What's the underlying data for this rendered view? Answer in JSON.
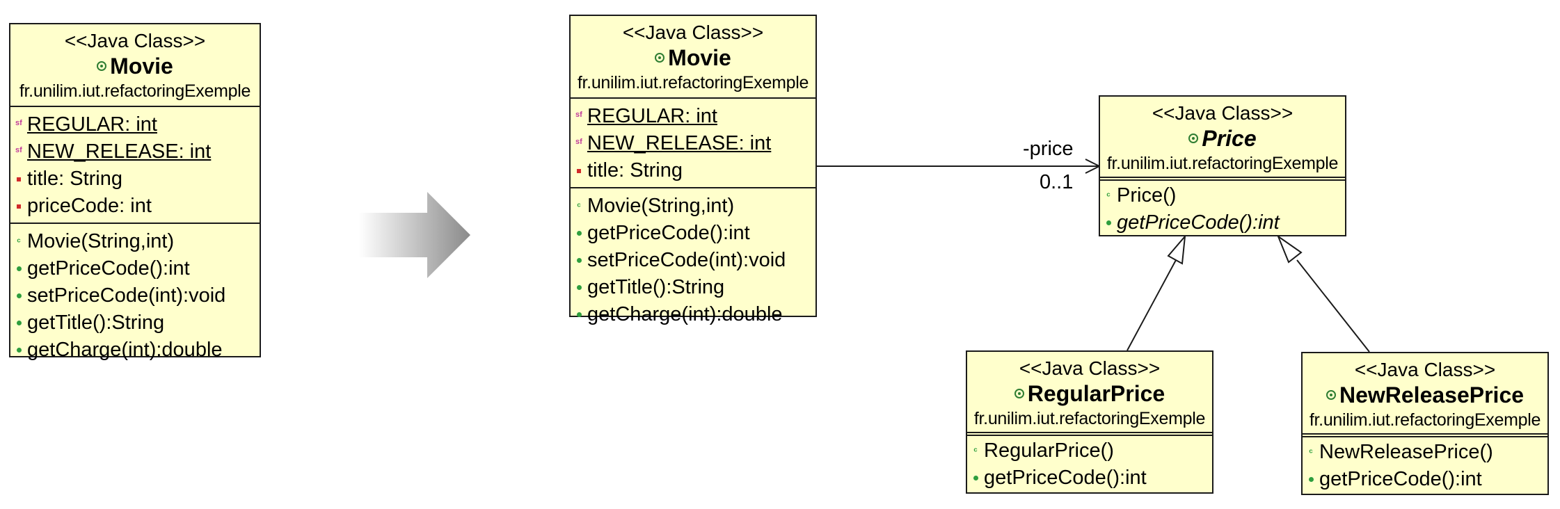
{
  "classes": {
    "movie_before": {
      "stereotype": "<<Java Class>>",
      "name": "Movie",
      "package": "fr.unilim.iut.refactoringExemple",
      "attributes": [
        "REGULAR: int",
        "NEW_RELEASE: int",
        "title: String",
        "priceCode: int"
      ],
      "operations": [
        "Movie(String,int)",
        "getPriceCode():int",
        "setPriceCode(int):void",
        "getTitle():String",
        "getCharge(int):double"
      ]
    },
    "movie_after": {
      "stereotype": "<<Java Class>>",
      "name": "Movie",
      "package": "fr.unilim.iut.refactoringExemple",
      "attributes": [
        "REGULAR: int",
        "NEW_RELEASE: int",
        "title: String"
      ],
      "operations": [
        "Movie(String,int)",
        "getPriceCode():int",
        "setPriceCode(int):void",
        "getTitle():String",
        "getCharge(int):double"
      ]
    },
    "price": {
      "stereotype": "<<Java Class>>",
      "name": "Price",
      "package": "fr.unilim.iut.refactoringExemple",
      "operations": [
        "Price()",
        "getPriceCode():int"
      ]
    },
    "regular_price": {
      "stereotype": "<<Java Class>>",
      "name": "RegularPrice",
      "package": "fr.unilim.iut.refactoringExemple",
      "operations": [
        "RegularPrice()",
        "getPriceCode():int"
      ]
    },
    "new_release_price": {
      "stereotype": "<<Java Class>>",
      "name": "NewReleasePrice",
      "package": "fr.unilim.iut.refactoringExemple",
      "operations": [
        "NewReleasePrice()",
        "getPriceCode():int"
      ]
    }
  },
  "association": {
    "role": "-price",
    "multiplicity": "0..1"
  },
  "icons": {
    "public_method": "green-dot-icon",
    "private_field": "red-square-icon",
    "constructor": "constructor-icon",
    "static_final": "static-final-icon",
    "class": "class-icon",
    "transform": "right-arrow-icon"
  },
  "colors": {
    "class_fill": "#ffffcc",
    "border": "#1a1a1a",
    "public": "#2e9e3e",
    "private": "#d12a2a"
  }
}
